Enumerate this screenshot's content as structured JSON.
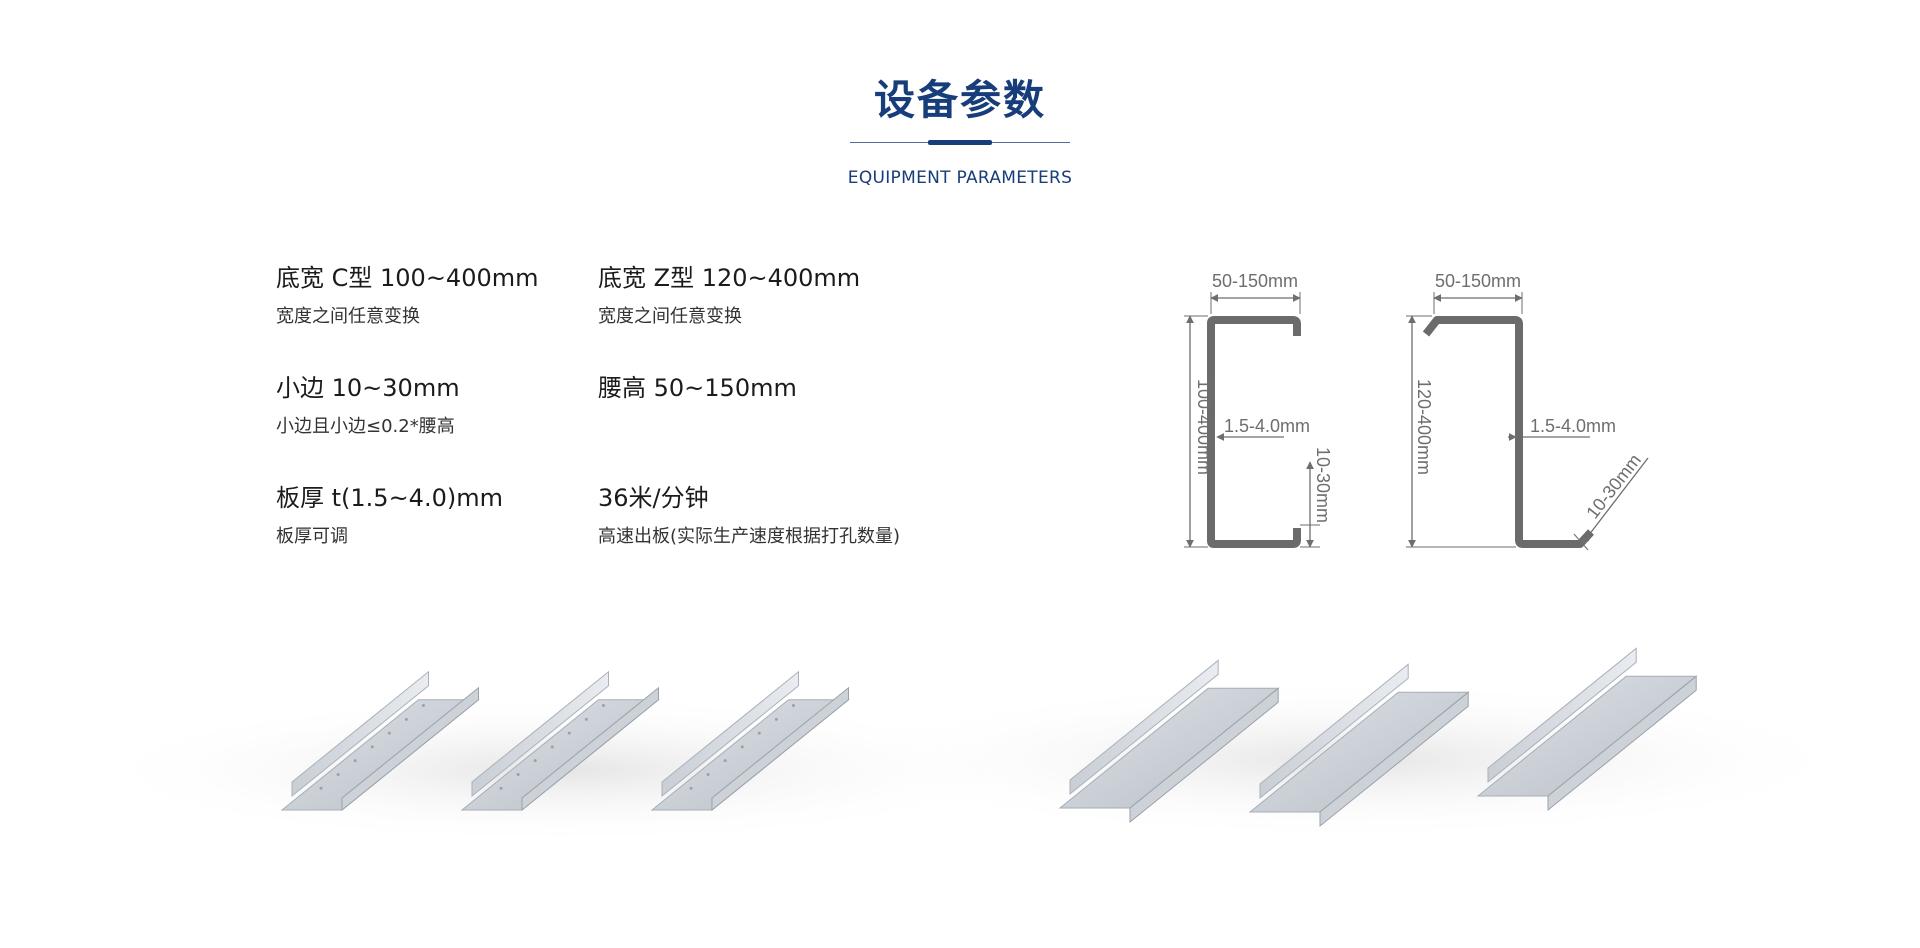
{
  "header": {
    "title": "设备参数",
    "subtitle": "EQUIPMENT PARAMETERS",
    "accent_color": "#173d7a"
  },
  "params": [
    {
      "title": "底宽 C型 100~400mm",
      "desc": "宽度之间任意变换"
    },
    {
      "title": "底宽 Z型 120~400mm",
      "desc": "宽度之间任意变换"
    },
    {
      "title": "小边 10~30mm",
      "desc": "小边且小边≤0.2*腰高"
    },
    {
      "title": "腰高 50~150mm",
      "desc": ""
    },
    {
      "title": "板厚 t(1.5~4.0)mm",
      "desc": "板厚可调"
    },
    {
      "title": "36米/分钟",
      "desc": "高速出板(实际生产速度根据打孔数量)"
    }
  ],
  "diagram": {
    "c_profile": {
      "top_width": "50-150mm",
      "height": "100-400mm",
      "thickness": "1.5-4.0mm",
      "lip": "10-30mm"
    },
    "z_profile": {
      "top_width": "50-150mm",
      "height": "120-400mm",
      "thickness": "1.5-4.0mm",
      "lip": "10-30mm"
    }
  },
  "products": {
    "c_channels": 3,
    "z_channels": 3
  }
}
